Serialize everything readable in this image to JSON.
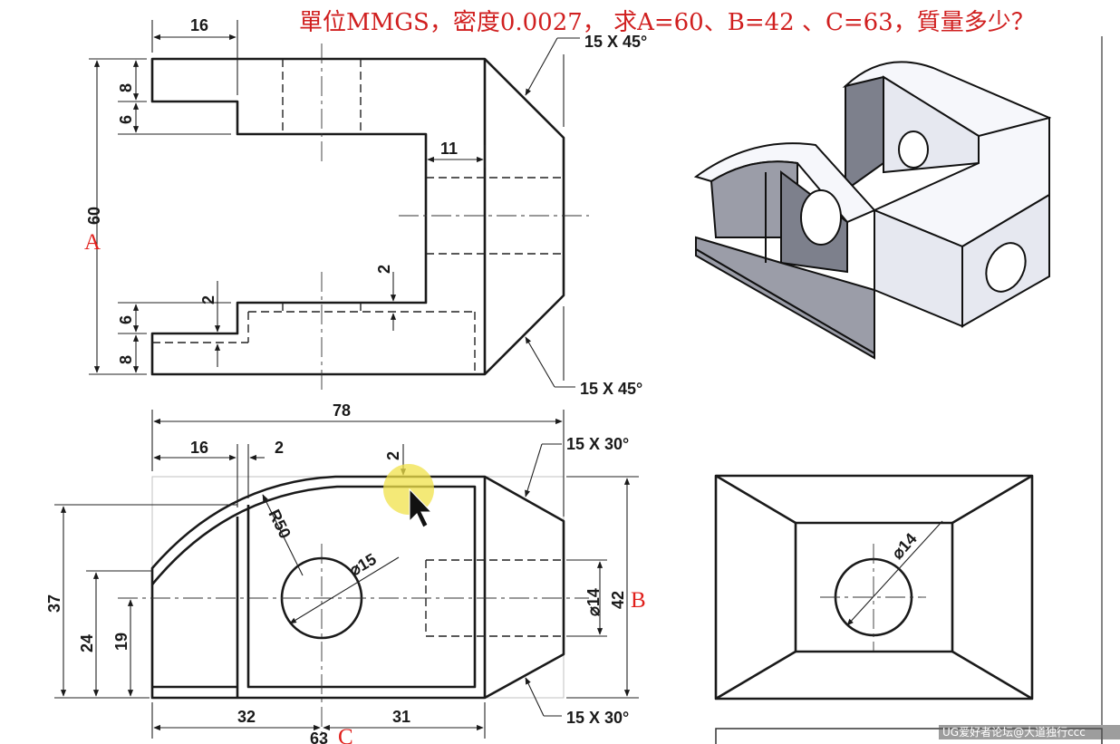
{
  "header": {
    "question": "單位MMGS，密度0.0027， 求A=60、B=42 、C=63，質量多少？"
  },
  "top_view": {
    "dims": {
      "width_top": "16",
      "chamfer_upper": "15 X 45°",
      "chamfer_lower": "15 X 45°",
      "height_A": "60",
      "step_upper_8": "8",
      "step_upper_6": "6",
      "slot_11": "11",
      "gap_2_right": "2",
      "gap_2_left": "2",
      "step_lower_6": "6",
      "step_lower_8": "8"
    },
    "label": "A"
  },
  "front_view": {
    "dims": {
      "overall_78": "78",
      "left_16": "16",
      "left_2": "2",
      "top_2": "2",
      "chamfer_upper": "15 X 30°",
      "chamfer_lower": "15 X 30°",
      "radius": "R50",
      "hole_dia": "⌀15",
      "right_hole_dia": "⌀14",
      "height_42": "42",
      "h37": "37",
      "h24": "24",
      "h19": "19",
      "bottom_32": "32",
      "bottom_31": "31",
      "bottom_63": "63"
    },
    "label_B": "B",
    "label_C": "C"
  },
  "side_view": {
    "dims": {
      "hole_dia": "⌀14"
    }
  },
  "watermark": "UG爱好者论坛@大道独行ccc"
}
